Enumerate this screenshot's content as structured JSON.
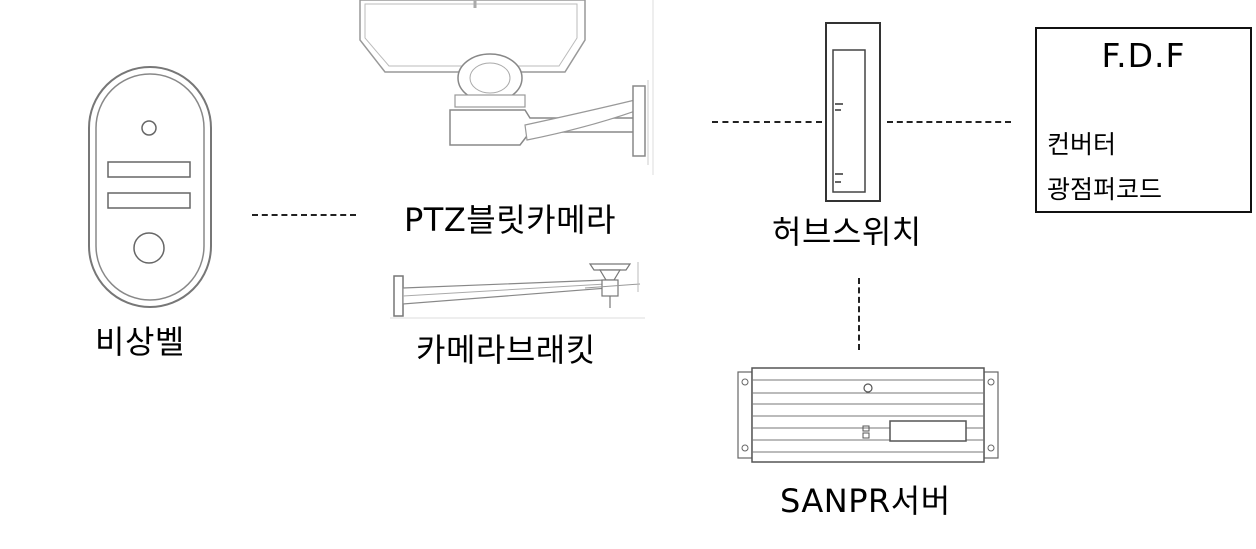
{
  "labels": {
    "emergency_bell": "비상벨",
    "ptz_camera": "PTZ블릿카메라",
    "camera_bracket": "카메라브래킷",
    "hub_switch": "허브스위치",
    "sanpr_server": "SANPR서버"
  },
  "fdf": {
    "title": "F.D.F",
    "lines": [
      "컨버터",
      "광점퍼코드"
    ]
  }
}
